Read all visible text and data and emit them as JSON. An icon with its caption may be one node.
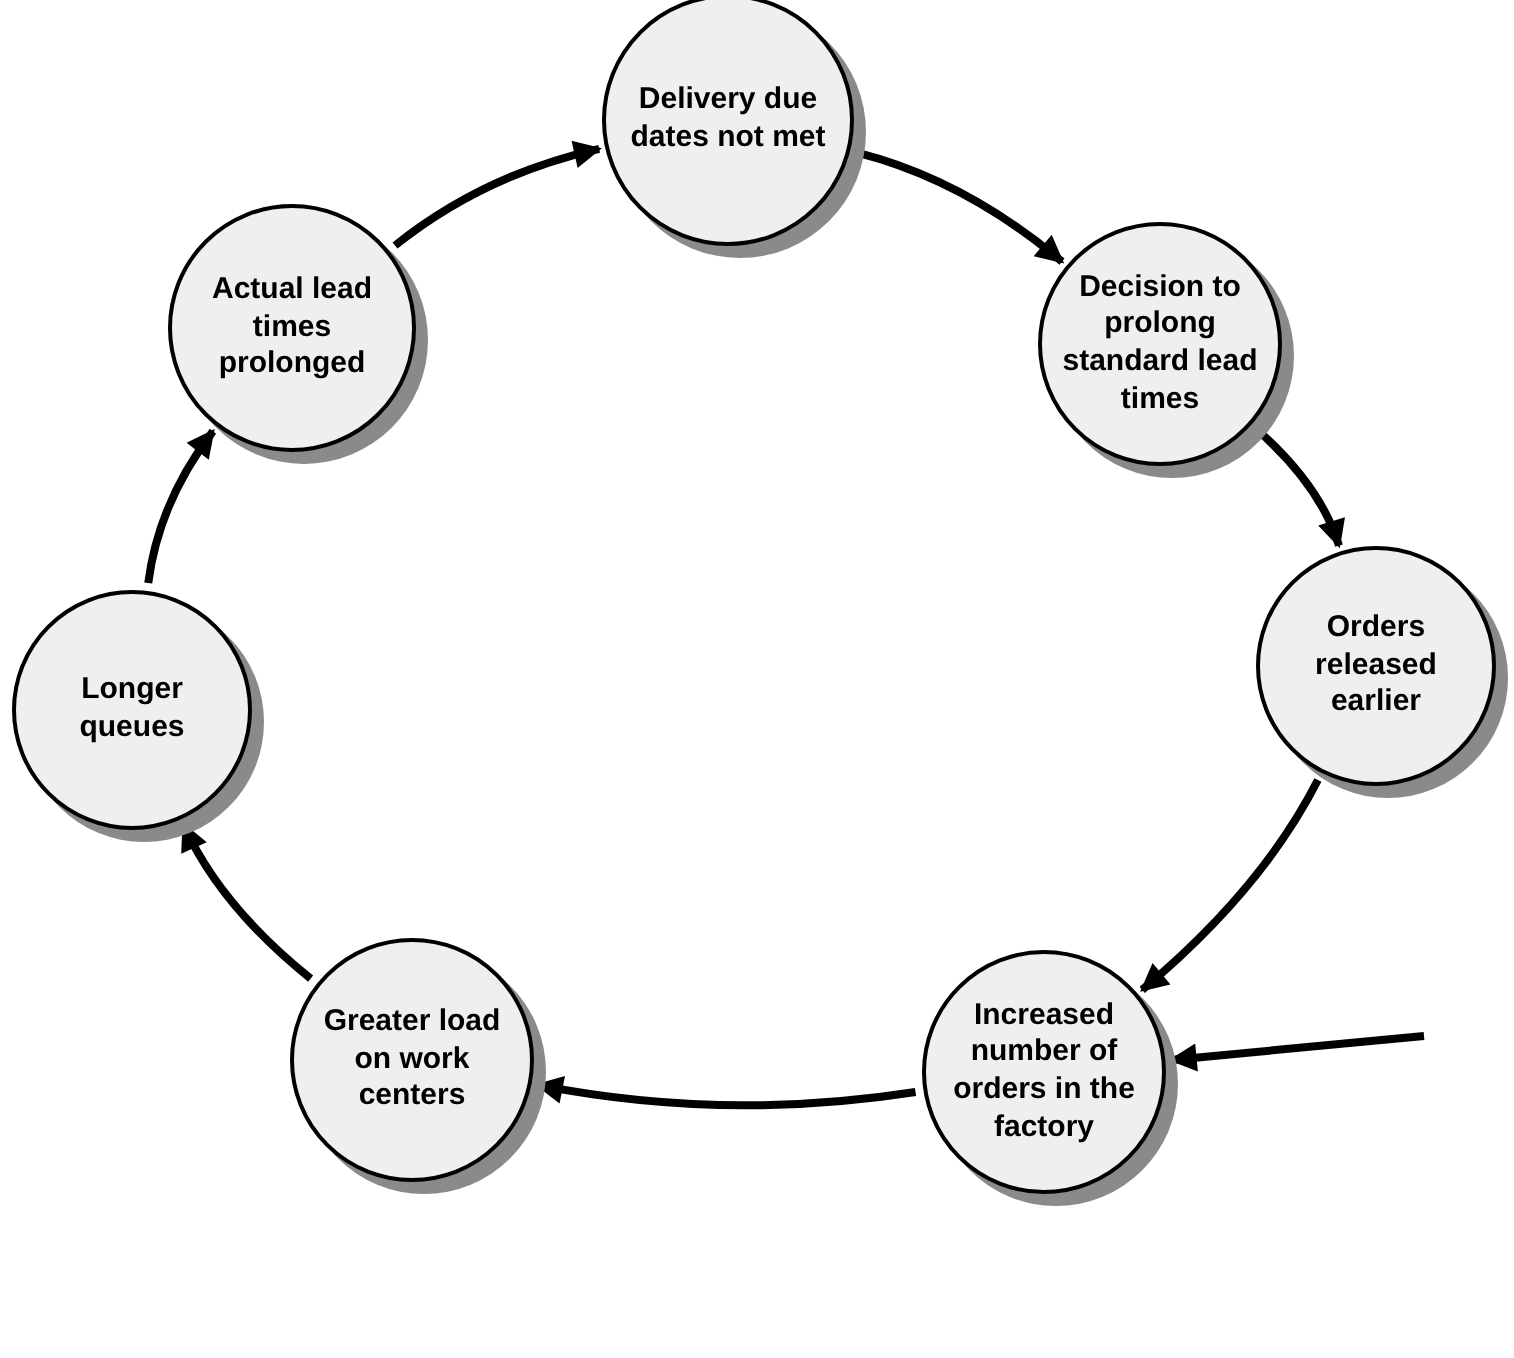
{
  "diagram": {
    "nodes": [
      {
        "text": [
          "Delivery due dates not met"
        ]
      },
      {
        "text": [
          "Decision to prolong standard lead times"
        ]
      },
      {
        "text": [
          "Orders released earlier"
        ]
      },
      {
        "text": [
          "Increased number of orders in the factory"
        ]
      },
      {
        "text": [
          "Greater load on work centers"
        ]
      },
      {
        "text": [
          "Longer queues"
        ]
      },
      {
        "text": [
          "Actual lead times prolonged"
        ]
      }
    ],
    "edges": [
      {
        "from": 6,
        "to": 0,
        "arrow": "to"
      },
      {
        "from": 0,
        "to": 1,
        "arrow": "to"
      },
      {
        "from": 1,
        "to": 2,
        "arrow": "to"
      },
      {
        "from": 2,
        "to": 3,
        "arrow": "to"
      },
      {
        "from": 3,
        "to": 4,
        "arrow": "to"
      },
      {
        "from": 4,
        "to": 5,
        "arrow": "to"
      },
      {
        "from": 5,
        "to": 6,
        "arrow": "to"
      },
      {
        "from": null,
        "to": 3,
        "arrow": "to"
      }
    ]
  }
}
